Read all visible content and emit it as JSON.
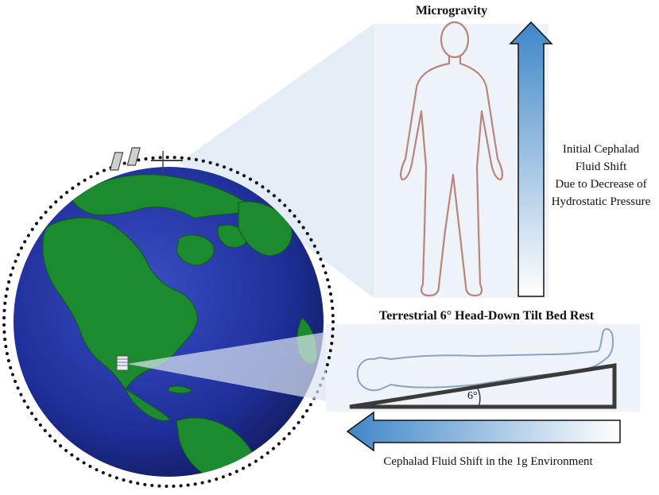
{
  "titles": {
    "microgravity": "Microgravity",
    "bedrest": "Terrestrial 6° Head-Down Tilt Bed Rest"
  },
  "vertical_arrow_caption": [
    "Initial Cephalad",
    "Fluid Shift",
    "Due to Decrease of",
    "Hydrostatic Pressure"
  ],
  "horizontal_arrow_caption": "Cephalad Fluid Shift in the 1g Environment",
  "angle_label": "6°",
  "colors": {
    "ocean": "#1f2f9a",
    "land": "#1c8a2e",
    "arrow_blue": "#3f86c8",
    "projection": "#c9d8ea",
    "body_outline": "#b9857a",
    "tilt_body_outline": "#8aa3bf"
  }
}
